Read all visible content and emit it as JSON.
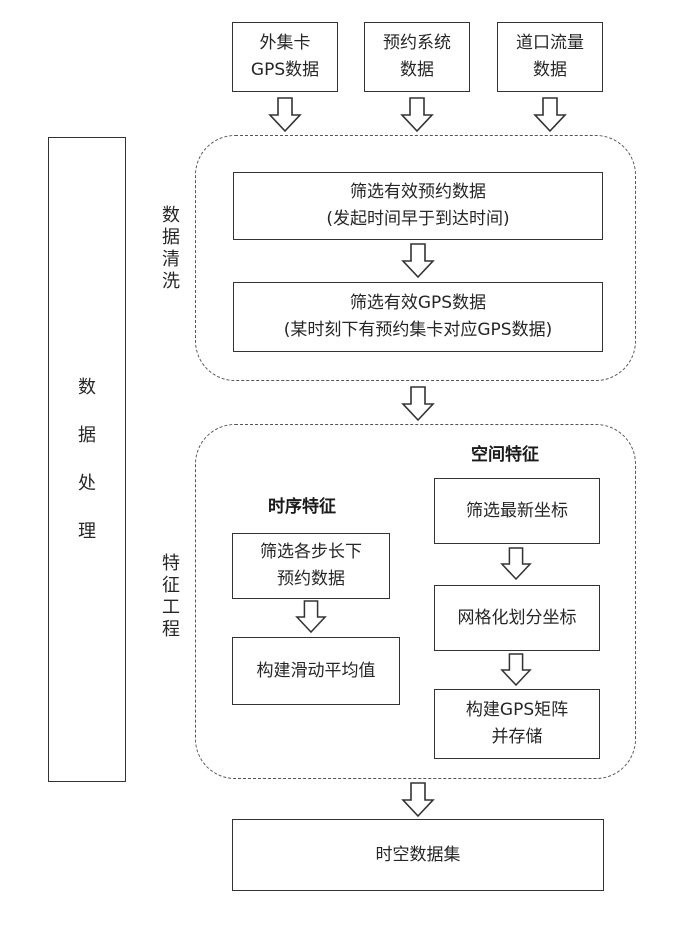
{
  "inputs": [
    {
      "label": "外集卡\nGPS数据"
    },
    {
      "label": "预约系统\n数据"
    },
    {
      "label": "道口流量\n数据"
    }
  ],
  "data_processing": {
    "chars": [
      "数",
      "据",
      "处",
      "理"
    ]
  },
  "cleaning": {
    "label": "数据清洗",
    "step1": "筛选有效预约数据\n(发起时间早于到达时间)",
    "step2": "筛选有效GPS数据\n(某时刻下有预约集卡对应GPS数据)"
  },
  "feature_engineering": {
    "label": "特征工程",
    "temporal": {
      "title": "时序特征",
      "step1": "筛选各步长下\n预约数据",
      "step2": "构建滑动平均值"
    },
    "spatial": {
      "title": "空间特征",
      "step1": "筛选最新坐标",
      "step2": "网格化划分坐标",
      "step3": "构建GPS矩阵\n并存储"
    }
  },
  "output": {
    "label": "时空数据集"
  },
  "colors": {
    "line": "#333333",
    "dashed": "#555555",
    "arrow_fill": "#ffffff"
  }
}
